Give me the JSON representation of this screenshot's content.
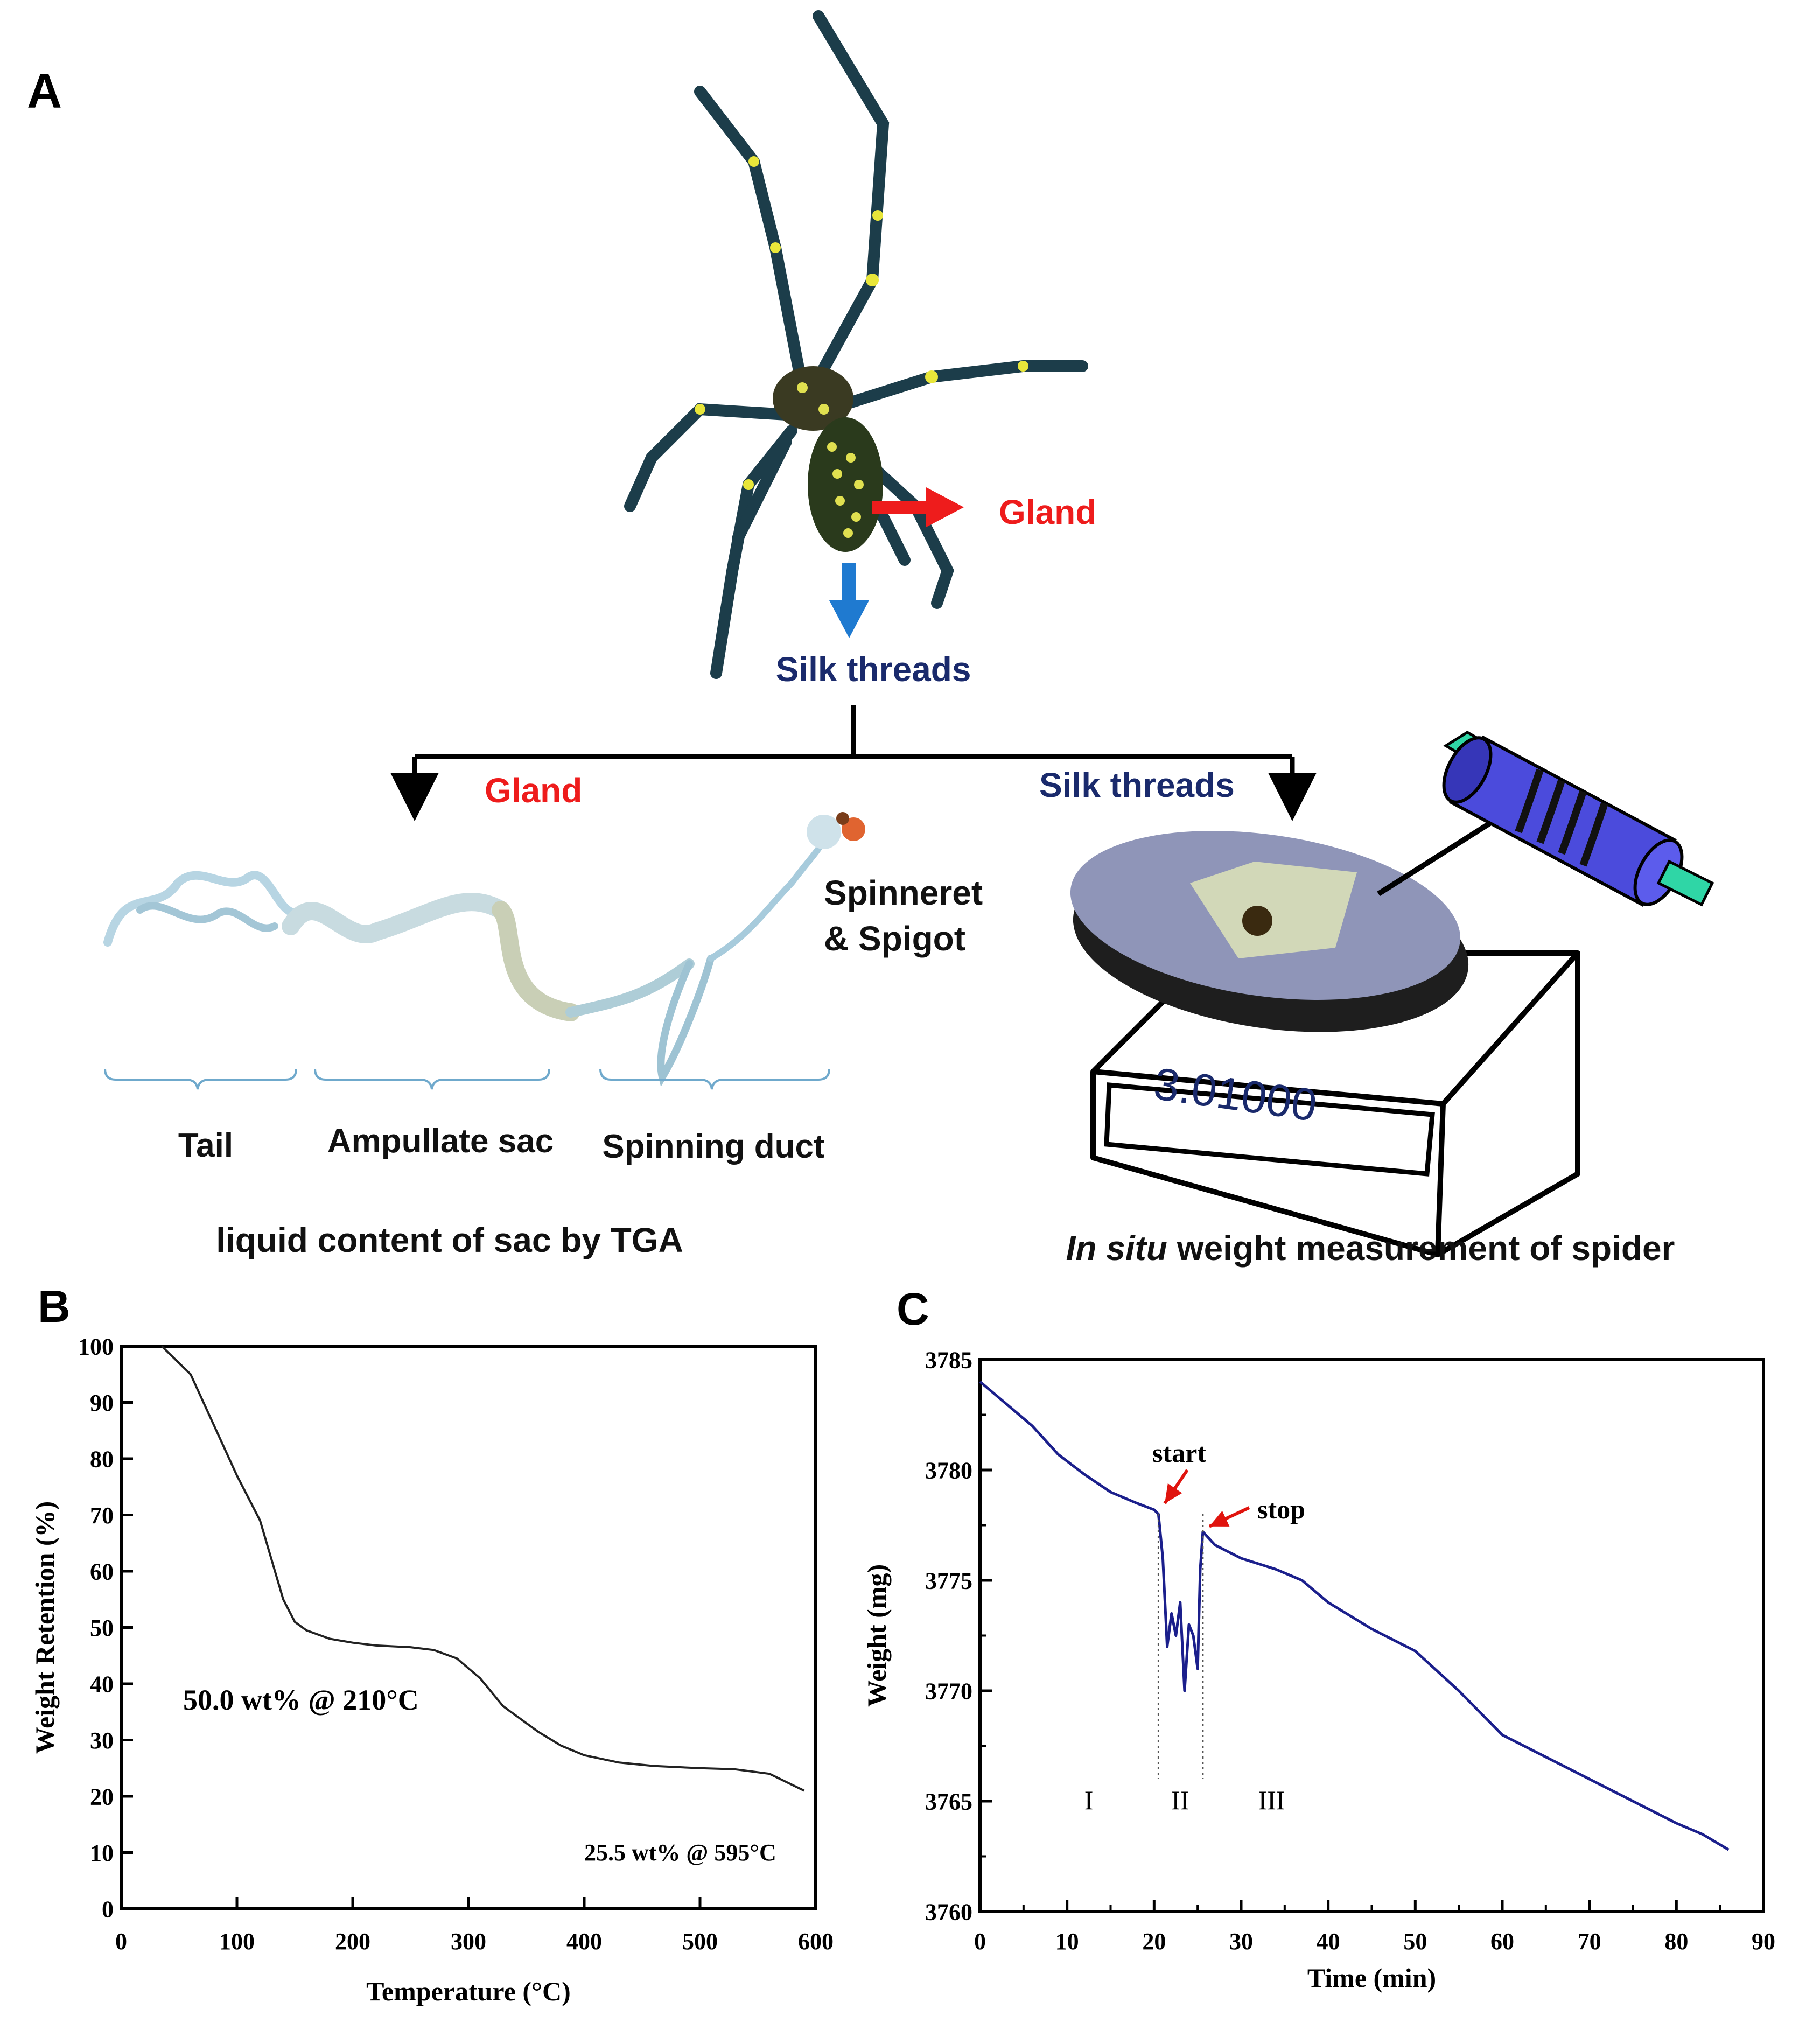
{
  "panel_a": {
    "letter": "A",
    "gland_label": "Gland",
    "silk_threads_label": "Silk threads",
    "branch_gland_label": "Gland",
    "branch_silk_label": "Silk threads",
    "spinneret_line1": "Spinneret",
    "spinneret_line2": "& Spigot",
    "tail_label": "Tail",
    "sac_label": "Ampullate sac",
    "duct_label": "Spinning duct",
    "scale_reading": "3.01000",
    "caption_left": "liquid content of sac by TGA",
    "caption_right_italic": "In situ",
    "caption_right_rest": " weight measurement of spider",
    "colors": {
      "red": "#ee1c1c",
      "navy": "#1a2a6c",
      "blue_arrow": "#1f7ad0",
      "roller": "#4b4bdc",
      "axle": "#2fd6a6"
    }
  },
  "chart_data": [
    {
      "panel": "B",
      "type": "line",
      "xlabel": "Temperature (°C)",
      "ylabel": "Weight  Retention (%)",
      "xlim": [
        0,
        600
      ],
      "ylim": [
        0,
        100
      ],
      "xticks": [
        "0",
        "100",
        "200",
        "300",
        "400",
        "500",
        "600"
      ],
      "yticks": [
        "0",
        "10",
        "20",
        "30",
        "40",
        "50",
        "60",
        "70",
        "80",
        "90",
        "100"
      ],
      "annotations": [
        "50.0 wt% @ 210°C",
        "25.5 wt% @ 595°C"
      ],
      "line_color": "#222222",
      "series": [
        {
          "x": [
            35,
            60,
            80,
            100,
            120,
            130,
            140,
            150,
            160,
            180,
            200,
            220,
            250,
            270,
            290,
            310,
            330,
            360,
            380,
            400,
            430,
            460,
            500,
            530,
            560,
            590
          ],
          "y": [
            100,
            95,
            86,
            77,
            69,
            62,
            55,
            51,
            49.5,
            48,
            47.3,
            46.8,
            46.5,
            46,
            44.5,
            41,
            36,
            31.5,
            29,
            27.3,
            26,
            25.4,
            25,
            24.8,
            24,
            21
          ]
        }
      ]
    },
    {
      "panel": "C",
      "type": "line",
      "xlabel": "Time (min)",
      "ylabel": "Weight (mg)",
      "xlim": [
        0,
        90
      ],
      "ylim": [
        3760,
        3785
      ],
      "xticks": [
        "0",
        "10",
        "20",
        "30",
        "40",
        "50",
        "60",
        "70",
        "80",
        "90"
      ],
      "yticks": [
        "3760",
        "3765",
        "3770",
        "3775",
        "3780",
        "3785"
      ],
      "annotations": [
        "start",
        "stop"
      ],
      "region_labels": [
        "I",
        "II",
        "III"
      ],
      "line_color": "#1b1f8c",
      "arrow_color": "#e0140e",
      "series": [
        {
          "x": [
            0,
            3,
            6,
            9,
            12,
            15,
            18,
            20,
            20.5,
            21,
            21.5,
            22,
            22.5,
            23,
            23.5,
            24,
            24.5,
            25,
            25.3,
            25.6,
            27,
            30,
            34,
            37,
            40,
            45,
            50,
            55,
            60,
            65,
            70,
            75,
            80,
            83,
            86
          ],
          "y": [
            3784,
            3783,
            3782,
            3780.7,
            3779.8,
            3779,
            3778.5,
            3778.2,
            3778,
            3776,
            3772,
            3773.5,
            3772.5,
            3774,
            3770,
            3773,
            3772.5,
            3771,
            3775.5,
            3777.2,
            3776.6,
            3776,
            3775.5,
            3775,
            3774,
            3772.8,
            3771.8,
            3770,
            3768,
            3767,
            3766,
            3765,
            3764,
            3763.5,
            3762.8
          ]
        }
      ]
    }
  ]
}
